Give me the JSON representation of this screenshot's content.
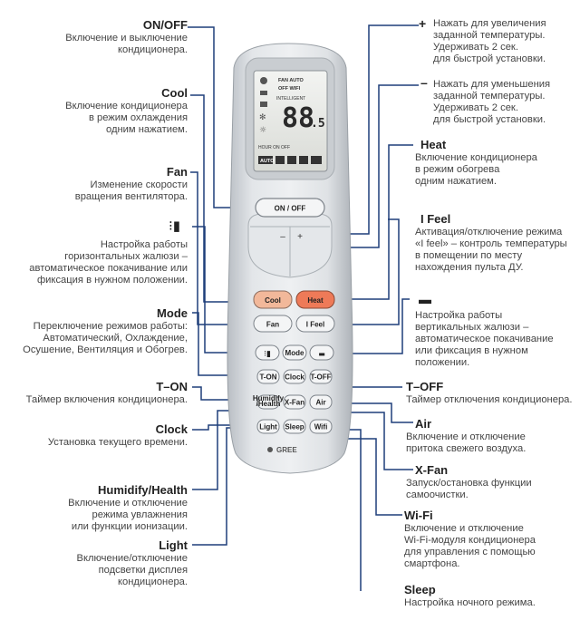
{
  "left_labels": [
    {
      "id": "onoff",
      "title": "ON/OFF",
      "desc": "Включение и выключение\nкондиционера."
    },
    {
      "id": "cool",
      "title": "Cool",
      "desc": "Включение кондиционера\nв режим охлаждения\nодним нажатием."
    },
    {
      "id": "fan",
      "title": "Fan",
      "desc": "Изменение скорости\nвращения вентилятора."
    },
    {
      "id": "hswing",
      "title": "",
      "desc": "Настройка работы\nгоризонтальных жалюзи –\nавтоматическое покачивание или\nфиксация в нужном положении."
    },
    {
      "id": "mode",
      "title": "Mode",
      "desc": "Переключение режимов работы:\nАвтоматический, Охлаждение,\nОсушение, Вентиляция и Обогрев."
    },
    {
      "id": "ton",
      "title": "T–ON",
      "desc": "Таймер включения кондиционера."
    },
    {
      "id": "clock",
      "title": "Clock",
      "desc": "Установка текущего времени."
    },
    {
      "id": "humidify",
      "title": "Humidify/Health",
      "desc": "Включение и отключение\nрежима увлажнения\nили функции ионизации."
    },
    {
      "id": "light",
      "title": "Light",
      "desc": "Включение/отключение\nподсветки дисплея\nкондиционера."
    }
  ],
  "right_labels": [
    {
      "id": "plus",
      "title": "+",
      "desc": "Нажать для увеличения\nзаданной температуры.\nУдерживать 2 сек.\nдля быстрой установки."
    },
    {
      "id": "minus",
      "title": "–",
      "desc": "Нажать для уменьшения\nзаданной температуры.\nУдерживать 2 сек.\nдля быстрой установки."
    },
    {
      "id": "heat",
      "title": "Heat",
      "desc": "Включение кондиционера\nв режим обогрева\nодним нажатием."
    },
    {
      "id": "ifeel",
      "title": "I Feel",
      "desc": "Активация/отключение режима\n«I feel» – контроль температуры\nв помещении по месту\nнахождения пульта ДУ."
    },
    {
      "id": "vswing",
      "title": "",
      "desc": "Настройка работы\nвертикальных жалюзи –\nавтоматическое покачивание\nили фиксация в нужном\nположении."
    },
    {
      "id": "toff",
      "title": "T–OFF",
      "desc": "Таймер отключения кондиционера."
    },
    {
      "id": "air",
      "title": "Air",
      "desc": "Включение и отключение\nпритока свежего воздуха."
    },
    {
      "id": "xfan",
      "title": "X-Fan",
      "desc": "Запуск/остановка функции\nсамоочистки."
    },
    {
      "id": "wifi",
      "title": "Wi-Fi",
      "desc": "Включение и отключение\nWi-Fi-модуля кондиционера\nдля управления с помощью\nсмартфона."
    },
    {
      "id": "sleep",
      "title": "Sleep",
      "desc": "Настройка ночного режима."
    }
  ],
  "remote": {
    "brand": "GREE",
    "display": {
      "temp": "88",
      "decimal": ".5",
      "row1": "FAN AUTO",
      "row2": "OFF WIFI",
      "row3": "INTELLIGENT",
      "row4": "HOUR ON OFF",
      "auto_label": "AUTO"
    },
    "buttons": {
      "onoff": "ON / OFF",
      "minus": "–",
      "plus": "+",
      "cool": "Cool",
      "heat": "Heat",
      "fan": "Fan",
      "ifeel": "I Feel",
      "mode": "Mode",
      "ton": "T-ON",
      "clock": "Clock",
      "toff": "T-OFF",
      "humidify": "Humidify\n/Health",
      "xfan": "X-Fan",
      "air": "Air",
      "light": "Light",
      "sleep": "Sleep",
      "wifi": "Wifi"
    }
  },
  "colors": {
    "line": "#1f3f7a",
    "cool": "#f2b89a",
    "heat": "#ee7a58",
    "remote": "#d6dade"
  }
}
